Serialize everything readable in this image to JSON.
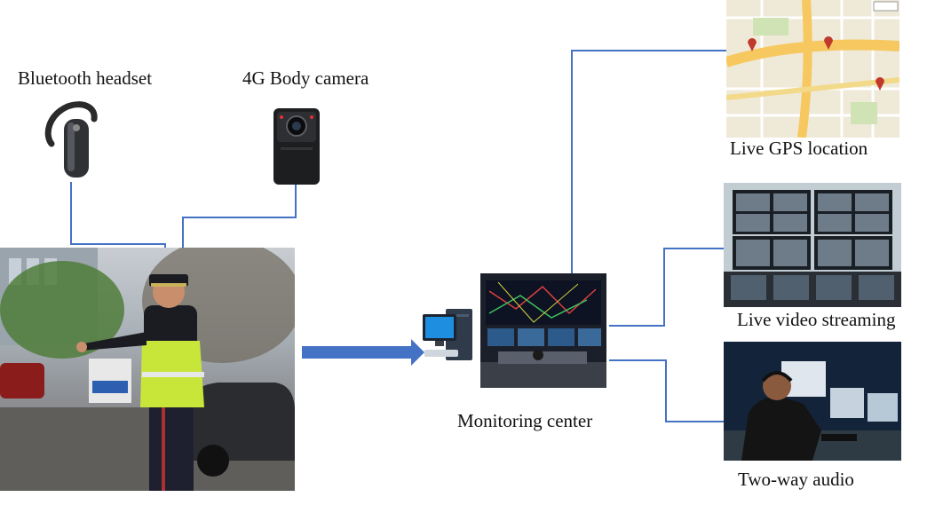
{
  "labels": {
    "headset": "Bluetooth headset",
    "camera": "4G Body camera",
    "monitoring": "Monitoring center",
    "gps": "Live GPS location",
    "video": "Live video streaming",
    "audio": "Two-way audio"
  },
  "colors": {
    "connector": "#4472C4",
    "arrow": "#4472C4",
    "officer_vest": "#c8e63a",
    "map_road": "#f6c85f"
  },
  "icons": [
    "bluetooth-headset-icon",
    "body-camera-icon",
    "computer-icon"
  ]
}
